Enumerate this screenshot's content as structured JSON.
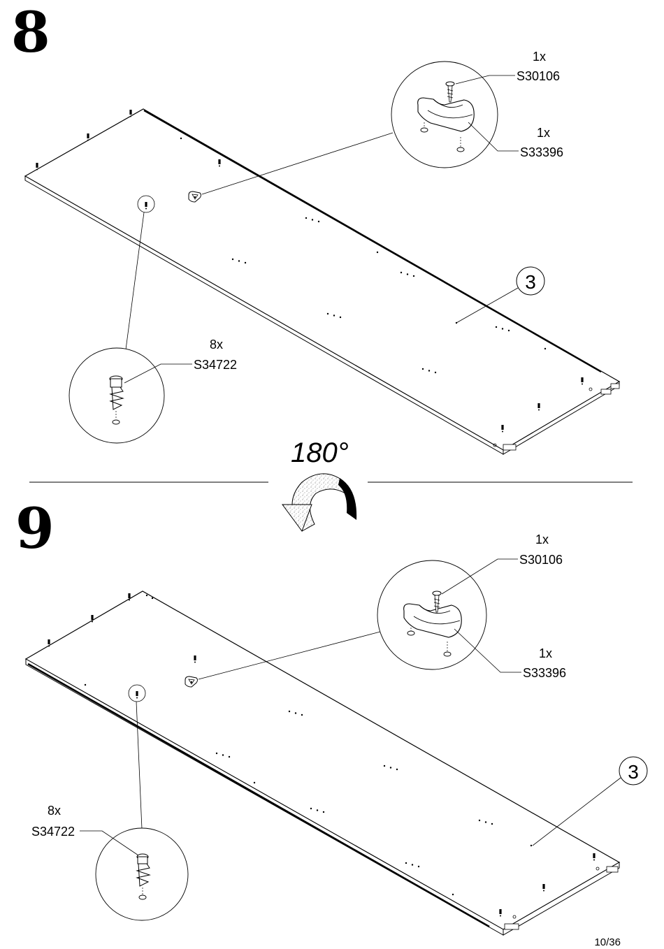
{
  "page_number": "10/36",
  "rotation": {
    "label": "180°"
  },
  "steps": [
    {
      "number": "8",
      "part_number": "3",
      "callouts": {
        "screw": {
          "qty": "1x",
          "code": "S30106"
        },
        "bracket": {
          "qty": "1x",
          "code": "S33396"
        },
        "dowel": {
          "qty": "8x",
          "code": "S34722"
        }
      }
    },
    {
      "number": "9",
      "part_number": "3",
      "callouts": {
        "screw": {
          "qty": "1x",
          "code": "S30106"
        },
        "bracket": {
          "qty": "1x",
          "code": "S33396"
        },
        "dowel": {
          "qty": "8x",
          "code": "S34722"
        }
      }
    }
  ]
}
